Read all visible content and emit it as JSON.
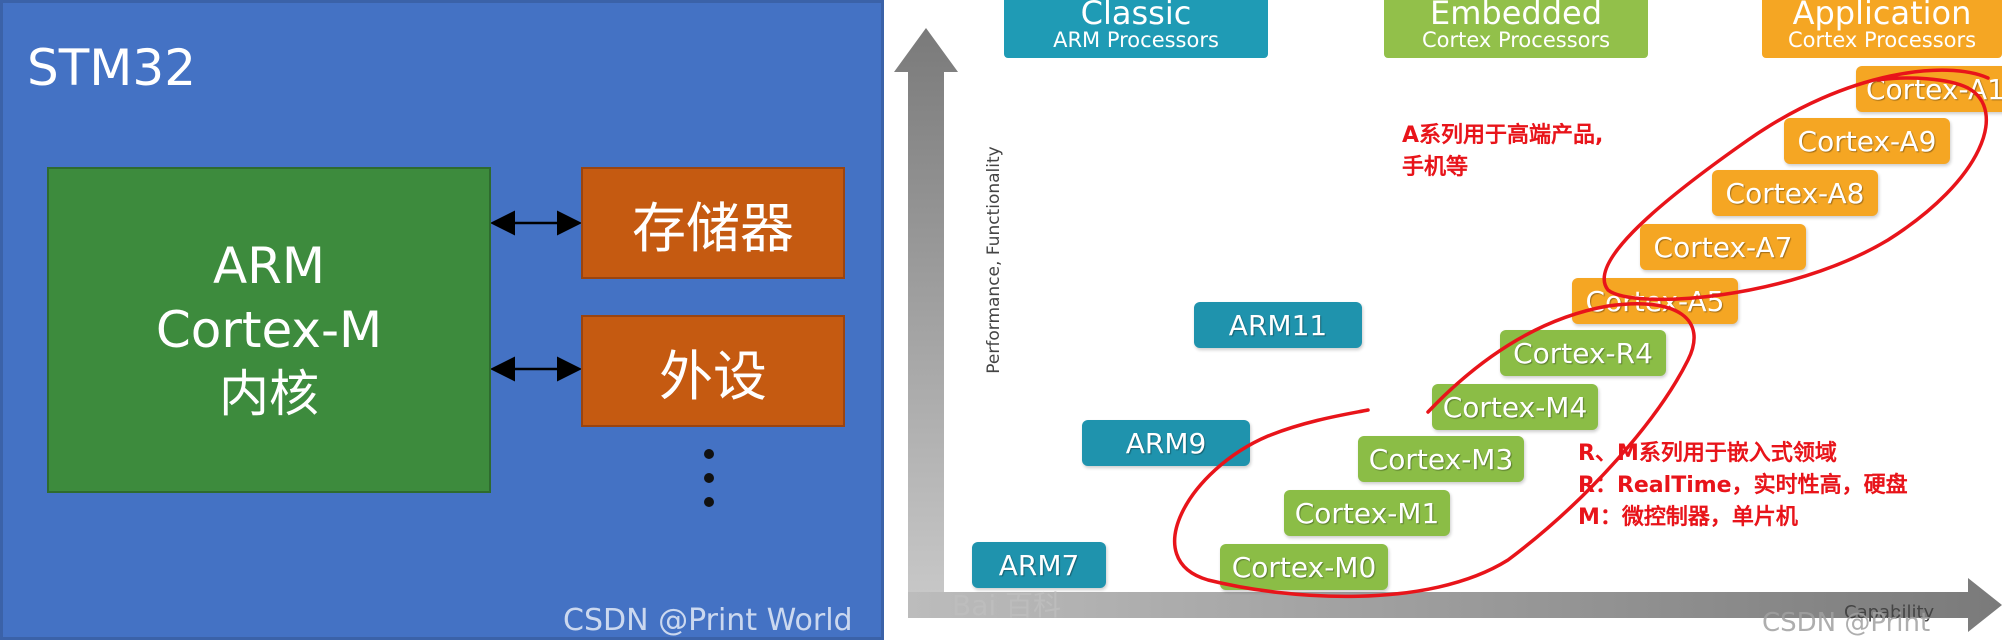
{
  "left": {
    "title": "STM32",
    "core_lines": [
      "ARM",
      "Cortex-M",
      "内核"
    ],
    "memory_label": "存储器",
    "peripheral_label": "外设",
    "ellipsis": "⋮",
    "watermark": "CSDN @Print World"
  },
  "right": {
    "headers": [
      {
        "title": "Classic",
        "subtitle": "ARM Processors",
        "color": "#1f9bb5"
      },
      {
        "title": "Embedded",
        "subtitle": "Cortex Processors",
        "color": "#92c04a"
      },
      {
        "title": "Application",
        "subtitle": "Cortex Processors",
        "color": "#f5a623"
      }
    ],
    "y_axis_label": "Performance, Functionality",
    "x_axis_label": "Capability",
    "processors": {
      "arm7": "ARM7",
      "arm9": "ARM9",
      "arm11": "ARM11",
      "m0": "Cortex-M0",
      "m1": "Cortex-M1",
      "m3": "Cortex-M3",
      "m4": "Cortex-M4",
      "r4": "Cortex-R4",
      "a5": "Cortex-A5",
      "a7": "Cortex-A7",
      "a8": "Cortex-A8",
      "a9": "Cortex-A9",
      "a15": "Cortex-A1"
    },
    "notes": {
      "a_line1": "A系列用于高端产品,",
      "a_line2": "手机等",
      "rm_line1": "R、M系列用于嵌入式领域",
      "rm_line2": "R：RealTime，实时性高，硬盘",
      "rm_line3": "M：微控制器，单片机"
    },
    "baidu_watermark": "Bai 百科",
    "watermark": "CSDN @Print World"
  }
}
